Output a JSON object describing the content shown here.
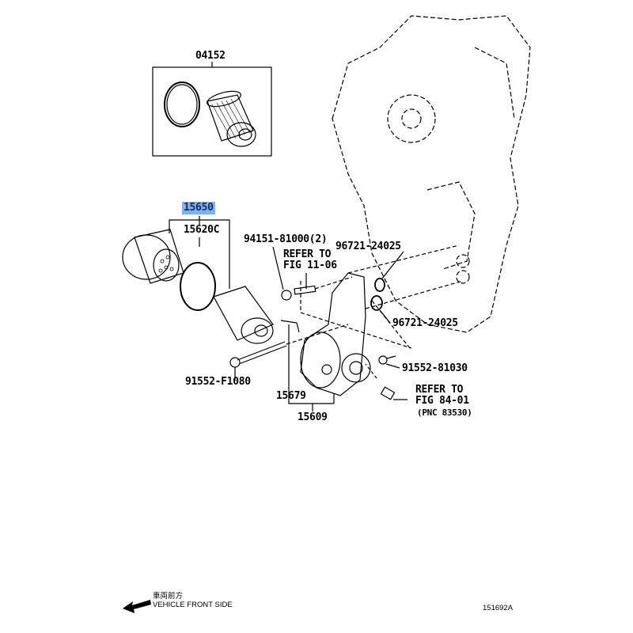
{
  "diagram": {
    "parts": {
      "oil_filter_kit": "04152",
      "oil_filter_assy": "15650",
      "oil_filter_cap": "15620C",
      "bolt_set": "94151-81000(2)",
      "refer_11_06": [
        "REFER TO",
        "FIG 11-06"
      ],
      "oring_upper": "96721-24025",
      "oring_lower": "96721-24025",
      "bolt_right": "91552-81030",
      "bolt_left": "91552-F1080",
      "gasket": "15679",
      "oil_filter_bracket": "15609",
      "refer_84_01": [
        "REFER TO",
        "FIG 84-01",
        "(PNC 83530)"
      ]
    },
    "highlighted_part": "15650",
    "highlight_color": "#7fb0f0",
    "footer": {
      "direction_jp": "車両前方",
      "direction_en": "VEHICLE FRONT SIDE",
      "figure_id": "151692A"
    }
  }
}
